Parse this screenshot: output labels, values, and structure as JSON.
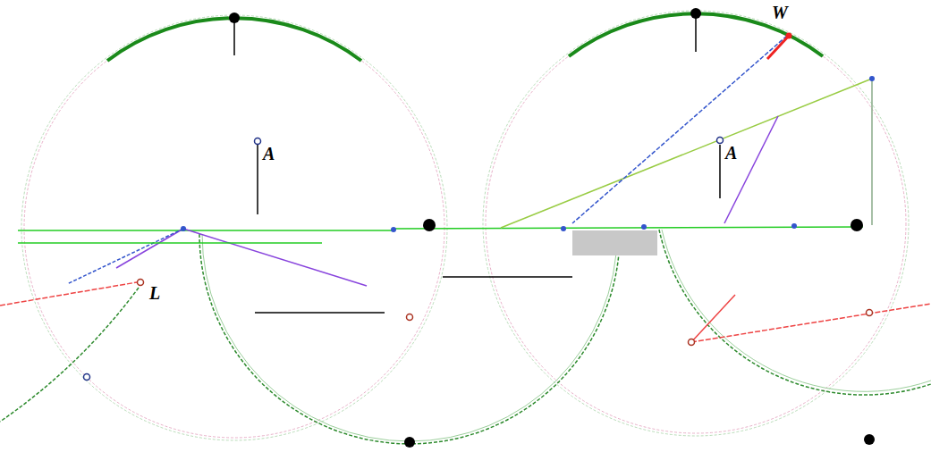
{
  "diagram": {
    "labels": [
      "A",
      "L",
      "A",
      "W"
    ]
  }
}
